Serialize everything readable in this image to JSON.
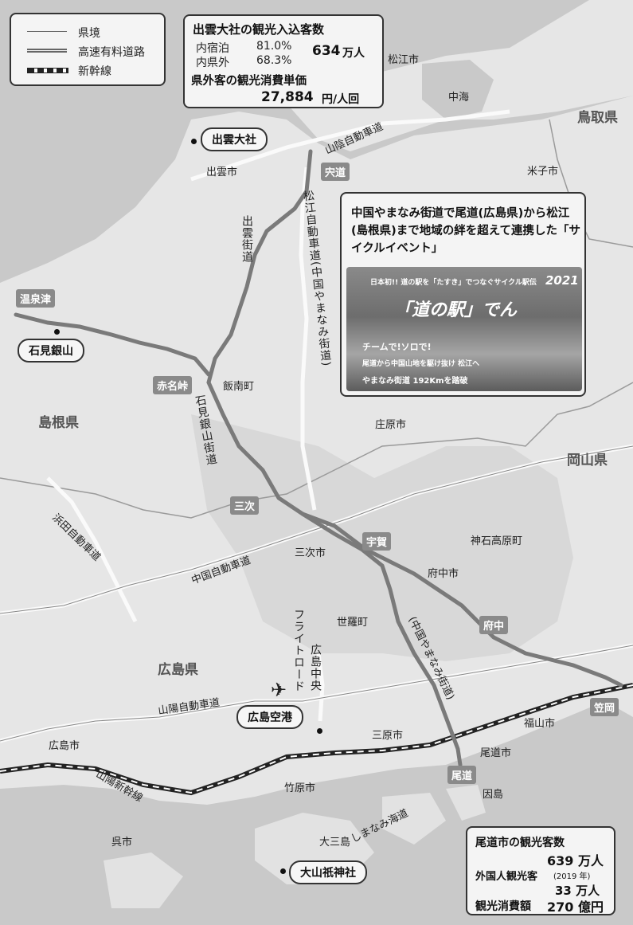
{
  "legend": {
    "prefecture_border": "県境",
    "expressway": "高速有料道路",
    "shinkansen": "新幹線"
  },
  "izumo_info": {
    "title": "出雲大社の観光入込客数",
    "stay_label": "内宿泊",
    "stay_value": "81.0%",
    "outside_label": "内県外",
    "outside_value": "68.3%",
    "visitors_num": "634",
    "visitors_unit": "万人",
    "spend_title": "県外客の観光消費単価",
    "spend_num": "27,884",
    "spend_unit": "円/人回"
  },
  "event": {
    "text": "中国やまなみ街道で尾道(広島県)から松江(島根県)まで地域の絆を超えて連携した「サイクルイベント」",
    "photo_top": "日本初!! 道の駅を「たすき」でつなぐサイクル駅伝",
    "photo_year": "2021",
    "photo_title": "「道の駅」でん",
    "photo_team": "チームで!ソロで!",
    "photo_route": "尾道から中国山地を駆け抜け 松江へ",
    "photo_distance": "やまなみ街道 192Kmを踏破"
  },
  "onomichi_info": {
    "title": "尾道市の観光客数",
    "visitors": "639 万人",
    "foreign_label": "外国人観光客",
    "foreign_year": "(2019 年)",
    "foreign_value": "33 万人",
    "spend_label": "観光消費額",
    "spend_value": "270 億円"
  },
  "places": {
    "matsue": "松江市",
    "nakaumi": "中海",
    "tottori": "鳥取県",
    "yonago": "米子市",
    "izumo_taisha": "出雲大社",
    "izumo_city": "出雲市",
    "shinji": "宍道",
    "onsentsu": "温泉津",
    "iwami_ginzan": "石見銀山",
    "shimane": "島根県",
    "akanamotoge": "赤名峠",
    "iinan": "飯南町",
    "shobara": "庄原市",
    "okayama": "岡山県",
    "miyoshi_tag": "三次",
    "miyoshi_city": "三次市",
    "jinsekikogen": "神石高原町",
    "uga": "宇賀",
    "fuchu_city": "府中市",
    "fuchu_tag": "府中",
    "sera": "世羅町",
    "hiroshima": "広島県",
    "hiroshima_airport": "広島空港",
    "mihara": "三原市",
    "fukuyama": "福山市",
    "kasaoka": "笠岡",
    "onomichi_tag": "尾道",
    "onomichi_city": "尾道市",
    "innoshima": "因島",
    "takehara": "竹原市",
    "hiroshima_city": "広島市",
    "kure": "呉市",
    "omishima": "大三島",
    "oyamazumi": "大山祇神社"
  },
  "roads": {
    "sanin": "山陰自動車道",
    "matsue_road": "松江自動車道(中国やまなみ街道)",
    "izumo_kaido": "出雲街道",
    "iwami_ginzan_kaido": "石見銀山街道",
    "hamada": "浜田自動車道",
    "chugoku": "中国自動車道",
    "flight_road": "フライトロード",
    "hiroshima_chuo": "広島中央",
    "sanyo": "山陽自動車道",
    "sanyo_shinkansen": "山陽新幹線",
    "yamanami_lower": "(中国やまなみ街道)",
    "shimanami": "しまなみ海道"
  },
  "colors": {
    "land": "#e8e8e8",
    "sea": "#cfcfcf",
    "route": "#7a7a7a",
    "tag_bg": "#8a8a8a"
  }
}
